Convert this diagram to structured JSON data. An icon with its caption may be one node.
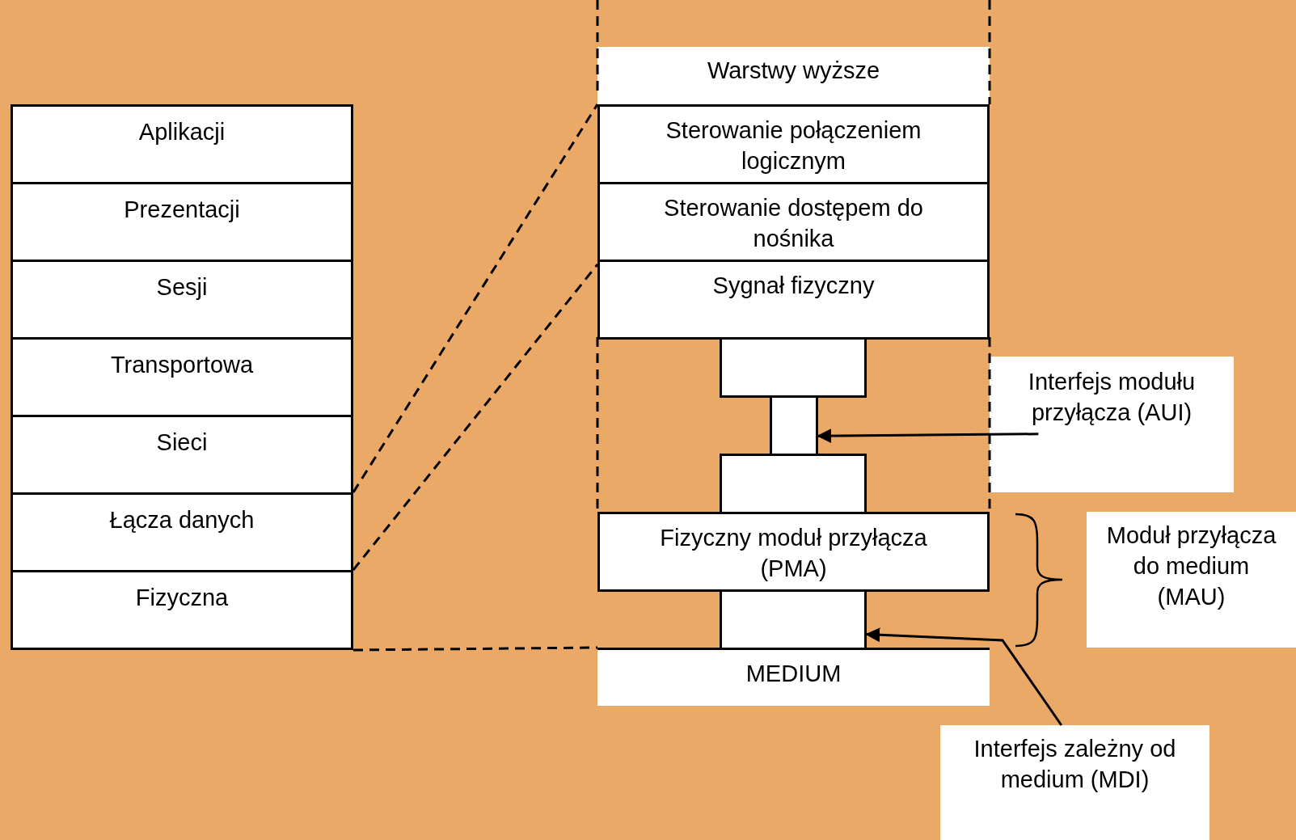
{
  "diagram": {
    "nodes": [
      {
        "text": [
          "Aplikacji"
        ]
      },
      {
        "text": [
          "Prezentacji"
        ]
      },
      {
        "text": [
          "Sesji"
        ]
      },
      {
        "text": [
          "Transportowa"
        ]
      },
      {
        "text": [
          "Sieci"
        ]
      },
      {
        "text": [
          "Łącza danych"
        ]
      },
      {
        "text": [
          "Fizyczna"
        ]
      },
      {
        "text": [
          "Warstwy wyższe"
        ]
      },
      {
        "text": [
          "Sterowanie połączeniem logicznym"
        ]
      },
      {
        "text": [
          "Sterowanie dostępem do nośnika"
        ]
      },
      {
        "text": [
          "Sygnał fizyczny"
        ]
      },
      {
        "text": [],
        "shape": "box"
      },
      {
        "text": [],
        "shape": "box"
      },
      {
        "text": [],
        "shape": "box"
      },
      {
        "text": [
          "Fizyczny moduł przyłącza (PMA)"
        ]
      },
      {
        "text": [],
        "shape": "box"
      },
      {
        "text": [
          "MEDIUM"
        ]
      },
      {
        "text": [
          "Interfejs modułu przyłącza (AUI)"
        ]
      },
      {
        "text": [
          "Moduł przyłącza do medium (MAU)"
        ]
      },
      {
        "text": [
          "Interfejs zależny od medium (MDI)"
        ]
      }
    ],
    "edges": [
      {
        "from": 5,
        "to": 8,
        "arrow": "none",
        "style": "dashed"
      },
      {
        "from": 6,
        "to": 10,
        "arrow": "none",
        "style": "dashed"
      },
      {
        "from": 6,
        "to": 16,
        "arrow": "none",
        "style": "dashed"
      },
      {
        "from": 17,
        "to": 12,
        "arrow": "to"
      },
      {
        "from": 19,
        "to": 15,
        "arrow": "to"
      }
    ]
  }
}
